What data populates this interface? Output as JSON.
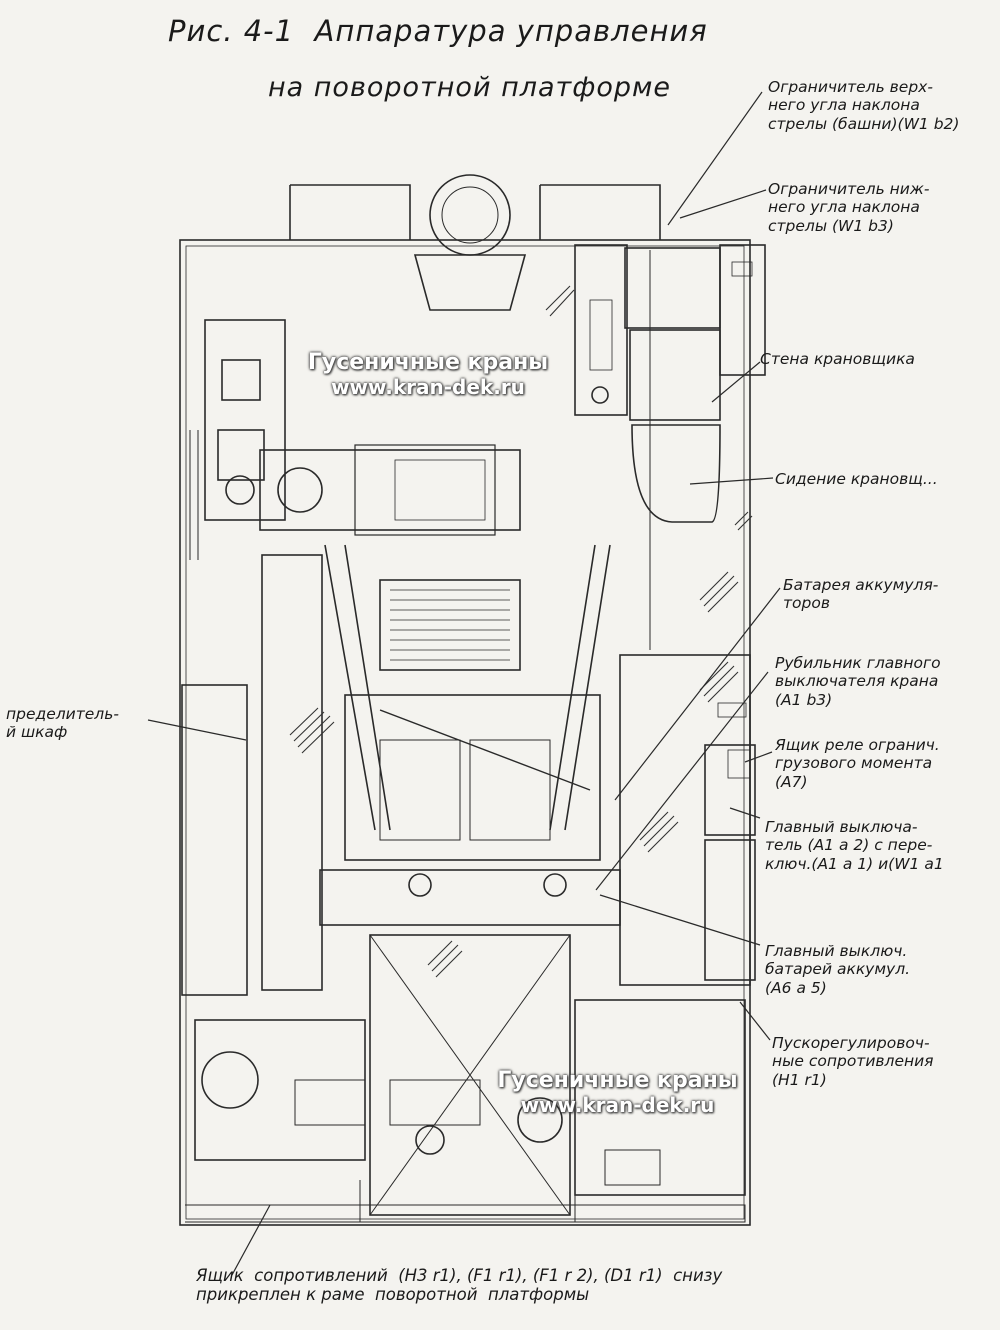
{
  "title": {
    "line1": "Рис. 4-1  Аппаратура управления",
    "line2": "на поворотной платформе"
  },
  "labels": [
    {
      "id": "upper-limit",
      "text": "Ограничитель верх-\nнего угла наклона\nстрелы (башни)(W1 b2)"
    },
    {
      "id": "lower-limit",
      "text": "Ограничитель ниж-\nнего угла наклона\nстрелы (W1 b3)"
    },
    {
      "id": "operator-wall",
      "text": "Стена крановщика"
    },
    {
      "id": "operator-seat",
      "text": "Сидение крановщ..."
    },
    {
      "id": "battery",
      "text": "Батарея аккумуля-\nторов"
    },
    {
      "id": "main-switch-knife",
      "text": "Рубильник главного\nвыключателя крана\n(A1 b3)"
    },
    {
      "id": "relay-box",
      "text": "Ящик реле огранич.\nгрузового момента\n(A7)"
    },
    {
      "id": "main-switch",
      "text": "Главный выключа-\nтель (A1 a 2) с пере-\nключ.(A1 a 1) и(W1 a1"
    },
    {
      "id": "battery-switch",
      "text": "Главный выключ.\nбатарей аккумул.\n(A6 a 5)"
    },
    {
      "id": "starting-resistors",
      "text": "Пускорегулировоч-\nные сопротивления\n(H1 r1)"
    },
    {
      "id": "distribution-cabinet",
      "text": "пределитель-\nй шкаф"
    }
  ],
  "footnote": "Ящик  сопротивлений  (H3 r1), (F1 r1), (F1 r 2), (D1 r1)  снизу\nприкреплен к раме  поворотной  платформы",
  "watermarks": [
    {
      "line1": "Гусеничные краны",
      "line2": "www.kran-dek.ru"
    },
    {
      "line1": "Гусеничные краны",
      "line2": "www.kran-dek.ru"
    }
  ],
  "colors": {
    "paper": "#f4f3ef",
    "ink": "#1c1c1c",
    "watermark": "#ffffff"
  }
}
